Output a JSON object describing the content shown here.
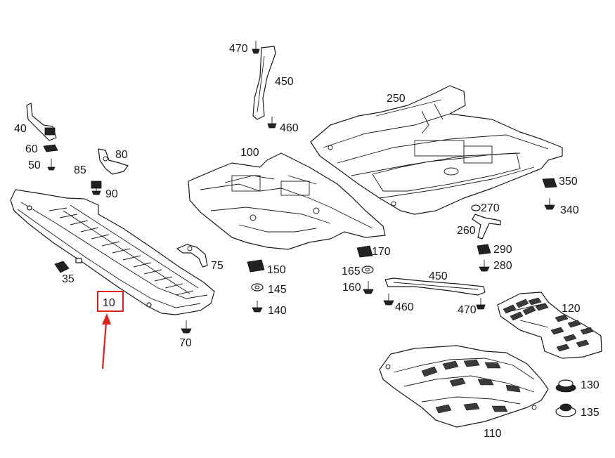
{
  "labels": {
    "p10": "10",
    "p35": "35",
    "p40": "40",
    "p50": "50",
    "p60": "60",
    "p70": "70",
    "p75": "75",
    "p80": "80",
    "p85": "85",
    "p90": "90",
    "p100": "100",
    "p110": "110",
    "p120": "120",
    "p130": "130",
    "p135": "135",
    "p140": "140",
    "p145": "145",
    "p150": "150",
    "p160": "160",
    "p165": "165",
    "p170": "170",
    "p250": "250",
    "p260": "260",
    "p270": "270",
    "p280": "280",
    "p290": "290",
    "p340": "340",
    "p350": "350",
    "p450a": "450",
    "p450b": "450",
    "p460a": "460",
    "p460b": "460",
    "p470a": "470",
    "p470b": "470"
  },
  "highlight": {
    "part": "10",
    "box_color": "#e0201a",
    "arrow_color": "#e0201a"
  }
}
